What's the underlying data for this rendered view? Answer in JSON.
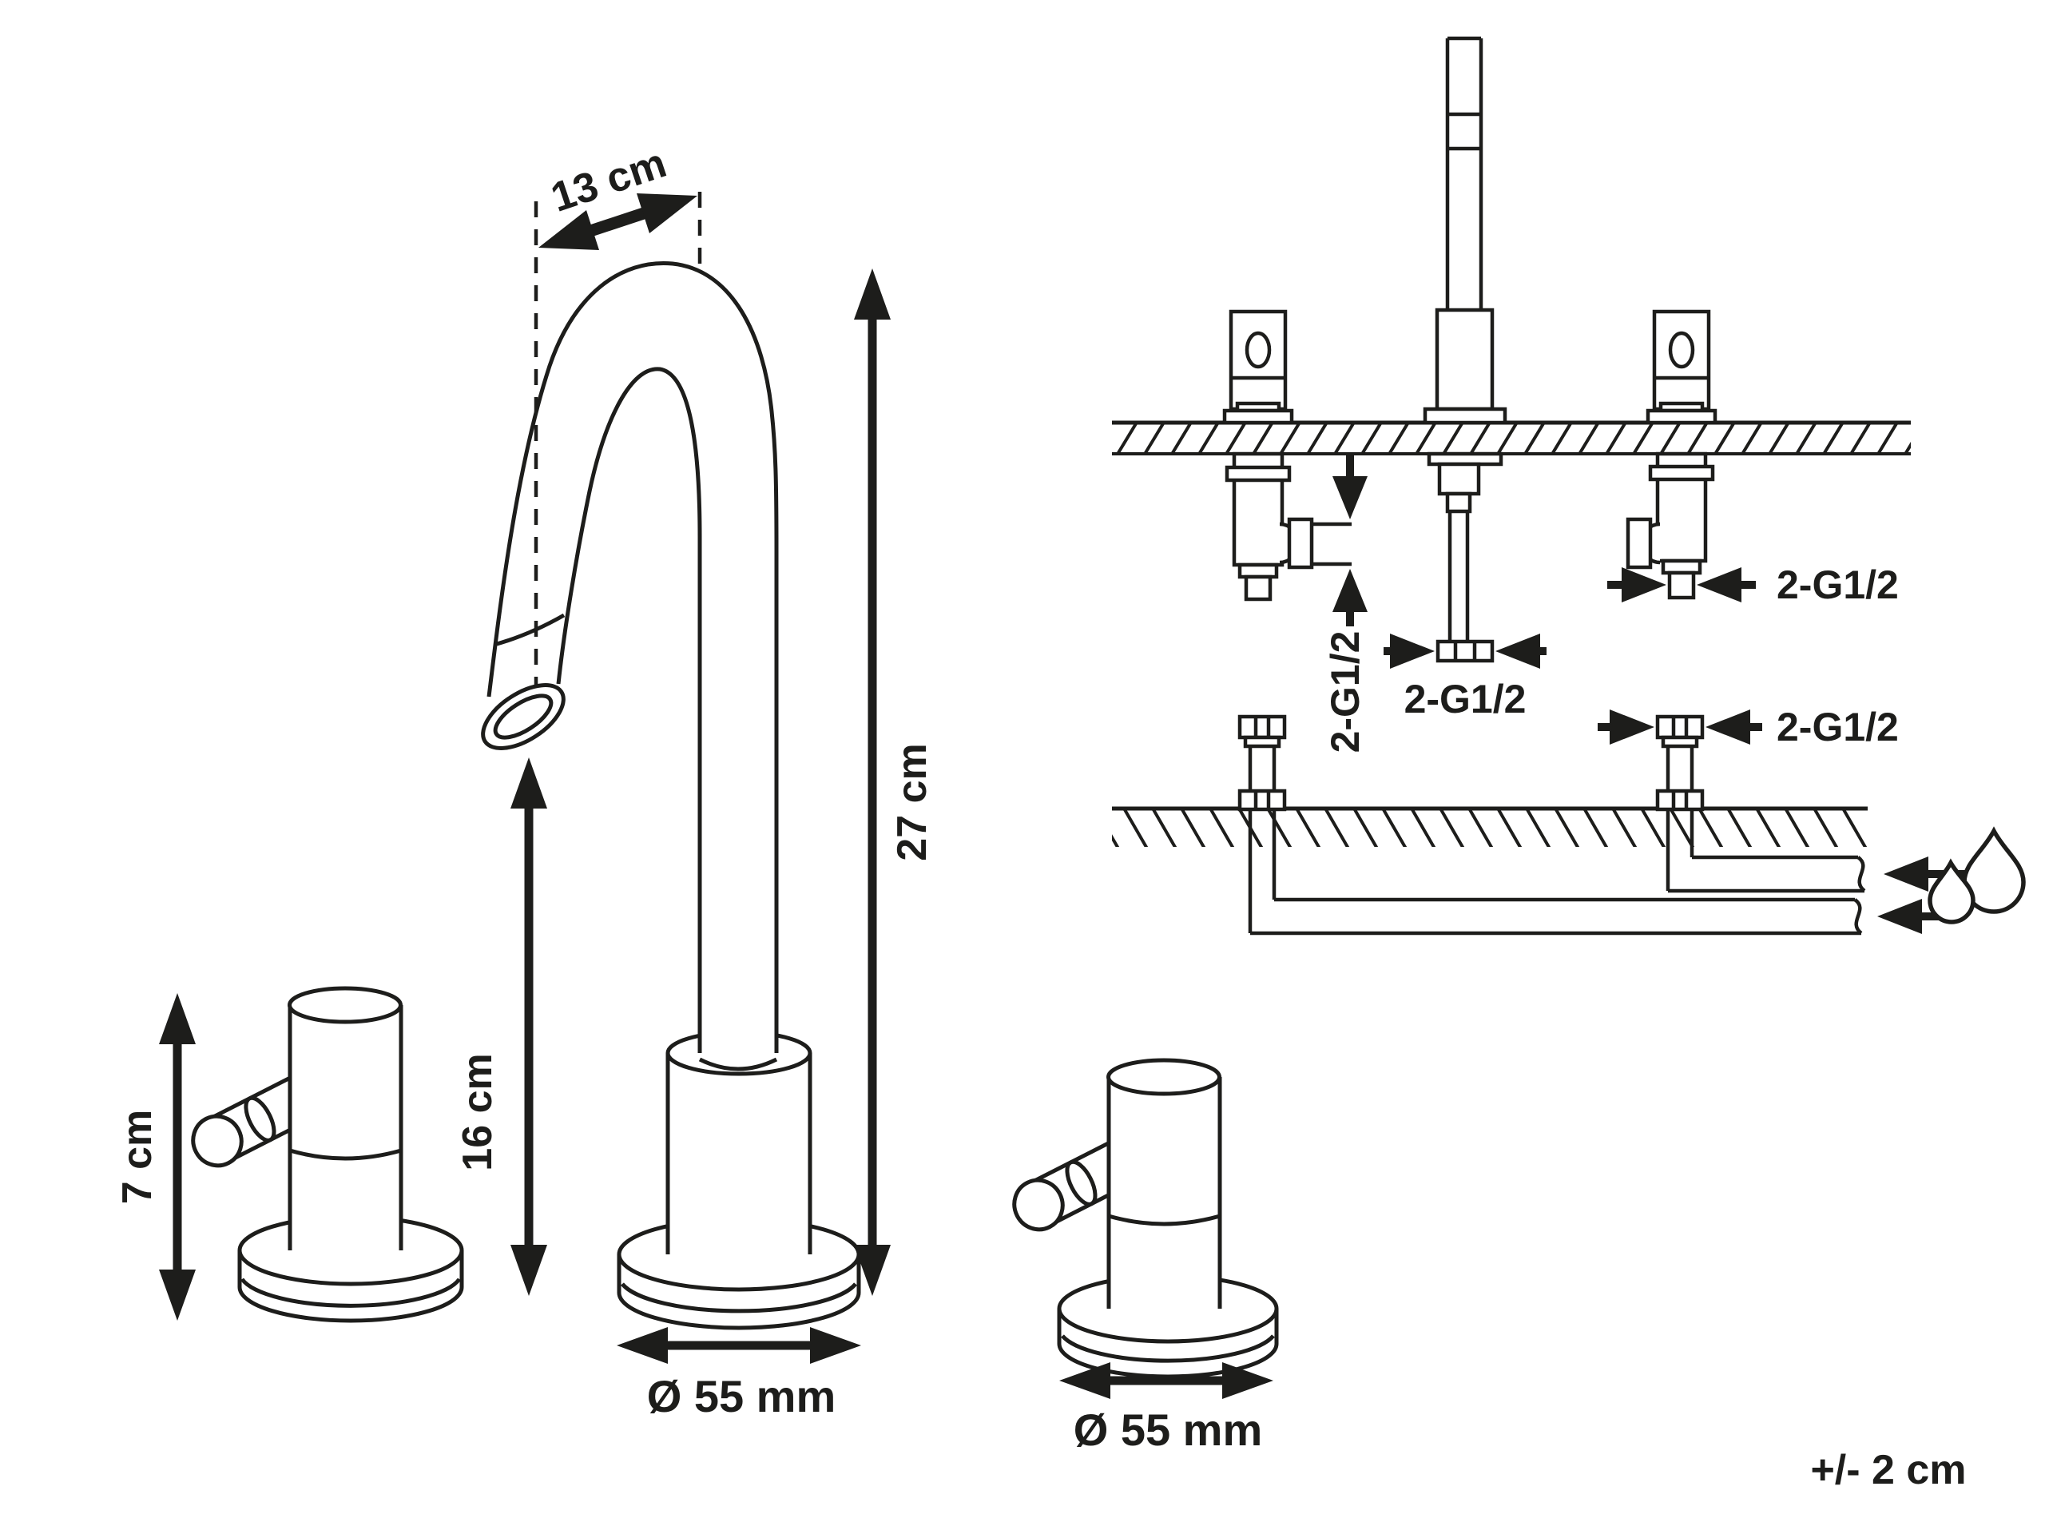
{
  "colors": {
    "line": "#1d1d1b",
    "background": "#ffffff"
  },
  "main_faucet": {
    "spout_reach": "13 cm",
    "total_height": "27 cm",
    "spout_height": "16 cm",
    "base_diameter": "Ø 55 mm"
  },
  "side_handle": {
    "height": "7 cm"
  },
  "second_handle": {
    "base_diameter": "Ø 55 mm"
  },
  "installation": {
    "thread_labels": [
      "2-G1/2",
      "2-G1/2",
      "2-G1/2",
      "2-G1/2"
    ],
    "water_inlet_icon": "water-drops-icon"
  },
  "footnote": {
    "tolerance": "+/- 2 cm"
  }
}
